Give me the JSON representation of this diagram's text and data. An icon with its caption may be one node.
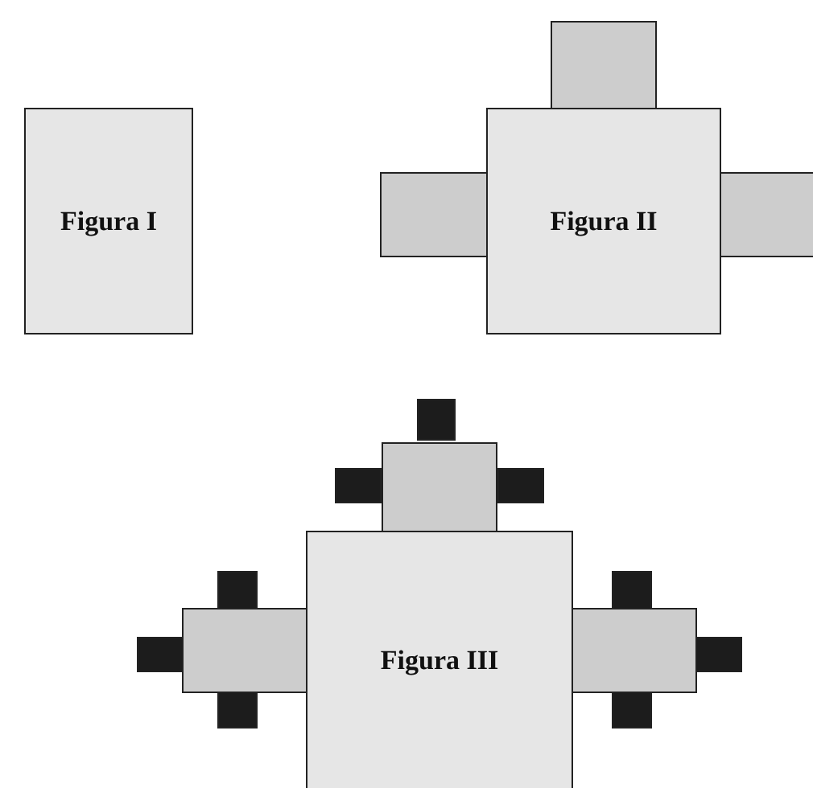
{
  "diagram": {
    "nodes": [
      {
        "text": [
          "Figura I"
        ]
      },
      {
        "text": [
          "Figura II"
        ]
      },
      {
        "text": [],
        "shape": "box"
      },
      {
        "text": [],
        "shape": "box"
      },
      {
        "text": [],
        "shape": "box"
      },
      {
        "text": [
          "Figura III"
        ]
      },
      {
        "text": [],
        "shape": "box"
      },
      {
        "text": [],
        "shape": "box"
      },
      {
        "text": [],
        "shape": "box"
      },
      {
        "text": [],
        "shape": "box"
      },
      {
        "text": [],
        "shape": "box"
      },
      {
        "text": [],
        "shape": "box"
      },
      {
        "text": [],
        "shape": "box"
      },
      {
        "text": [],
        "shape": "box"
      },
      {
        "text": [],
        "shape": "box"
      },
      {
        "text": [],
        "shape": "box"
      },
      {
        "text": [],
        "shape": "box"
      },
      {
        "text": [],
        "shape": "box"
      }
    ]
  }
}
